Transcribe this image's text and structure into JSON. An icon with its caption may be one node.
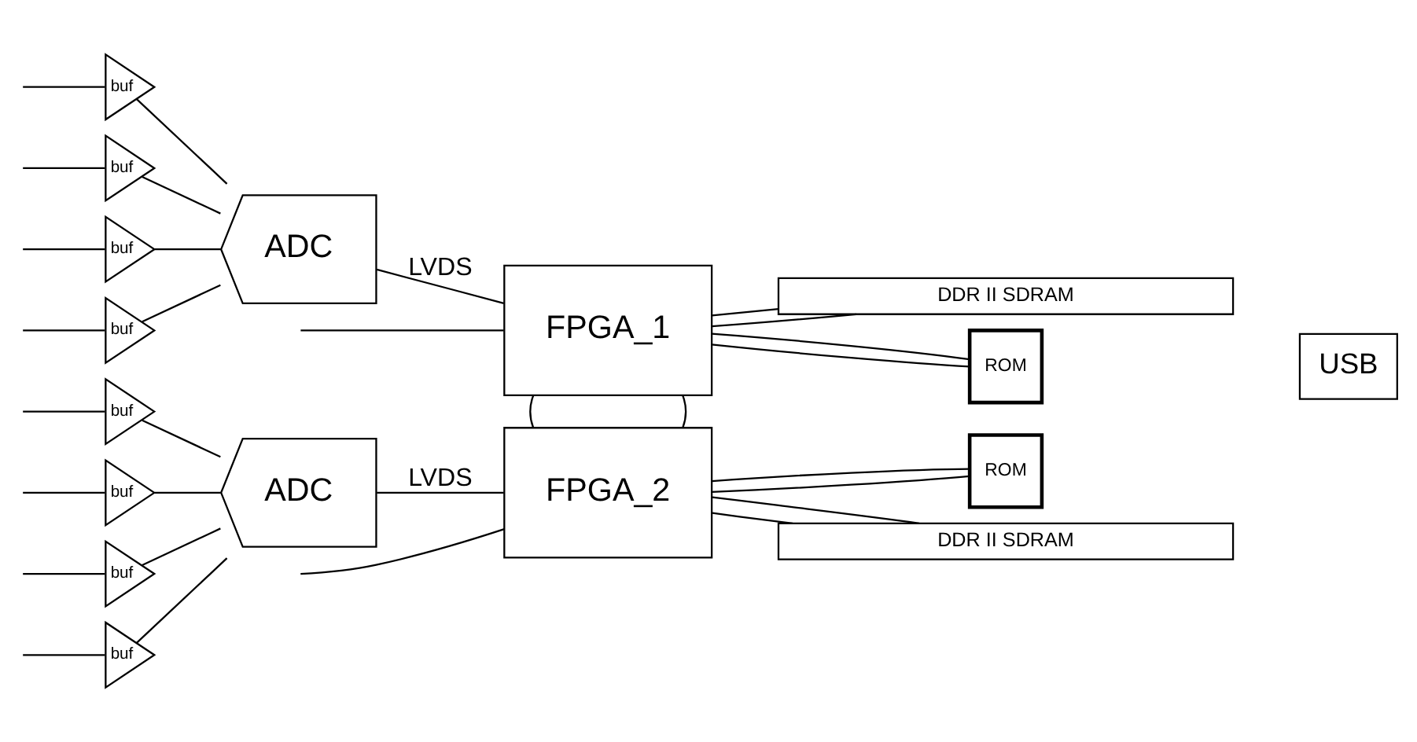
{
  "diagram": {
    "nodes": [
      {
        "text": [
          "DDR II SDRAM"
        ]
      },
      {
        "text": [
          "buf"
        ]
      },
      {
        "text": [
          "buf"
        ]
      },
      {
        "text": [
          "buf"
        ]
      },
      {
        "text": [
          "buf"
        ]
      },
      {
        "text": [
          "ADC"
        ]
      },
      {
        "text": [
          "FPGA_1"
        ]
      },
      {
        "text": [
          "ROM"
        ]
      },
      {
        "text": [
          "USB"
        ]
      },
      {
        "text": [
          "buf"
        ]
      },
      {
        "text": [
          "buf"
        ]
      },
      {
        "text": [
          "buf"
        ]
      },
      {
        "text": [
          "buf"
        ]
      },
      {
        "text": [
          "ADC"
        ]
      },
      {
        "text": [
          "FPGA_2"
        ]
      },
      {
        "text": [
          "ROM"
        ]
      },
      {
        "text": [
          "DDR II SDRAM"
        ]
      }
    ],
    "edges": [
      {
        "from": null,
        "to": 1,
        "arrow": "none"
      },
      {
        "from": null,
        "to": 2,
        "arrow": "none"
      },
      {
        "from": null,
        "to": 3,
        "arrow": "none"
      },
      {
        "from": null,
        "to": 4,
        "arrow": "none"
      },
      {
        "from": 1,
        "to": 5,
        "arrow": "none"
      },
      {
        "from": 2,
        "to": 5,
        "arrow": "none"
      },
      {
        "from": 3,
        "to": 5,
        "arrow": "none"
      },
      {
        "from": 4,
        "to": 5,
        "arrow": "none"
      },
      {
        "from": 5,
        "to": 6,
        "label": "LVDS",
        "arrow": "none"
      },
      {
        "from": null,
        "to": 6,
        "arrow": "none"
      },
      {
        "from": 6,
        "to": 0,
        "arrow": "none"
      },
      {
        "from": 6,
        "to": 0,
        "arrow": "none"
      },
      {
        "from": 6,
        "to": 7,
        "arrow": "none"
      },
      {
        "from": 6,
        "to": 7,
        "arrow": "none"
      },
      {
        "from": 6,
        "to": 14,
        "arrow": "none"
      },
      {
        "from": 6,
        "to": 14,
        "arrow": "none"
      },
      {
        "from": null,
        "to": 9,
        "arrow": "none"
      },
      {
        "from": null,
        "to": 10,
        "arrow": "none"
      },
      {
        "from": null,
        "to": 11,
        "arrow": "none"
      },
      {
        "from": null,
        "to": 12,
        "arrow": "none"
      },
      {
        "from": 9,
        "to": 13,
        "arrow": "none"
      },
      {
        "from": 10,
        "to": 13,
        "arrow": "none"
      },
      {
        "from": 11,
        "to": 13,
        "arrow": "none"
      },
      {
        "from": 12,
        "to": 13,
        "arrow": "none"
      },
      {
        "from": 13,
        "to": 14,
        "label": "LVDS",
        "arrow": "none"
      },
      {
        "from": null,
        "to": 14,
        "arrow": "none"
      },
      {
        "from": 14,
        "to": 15,
        "arrow": "none"
      },
      {
        "from": 14,
        "to": 15,
        "arrow": "none"
      },
      {
        "from": 14,
        "to": 16,
        "arrow": "none"
      },
      {
        "from": 14,
        "to": 16,
        "arrow": "none"
      }
    ]
  }
}
